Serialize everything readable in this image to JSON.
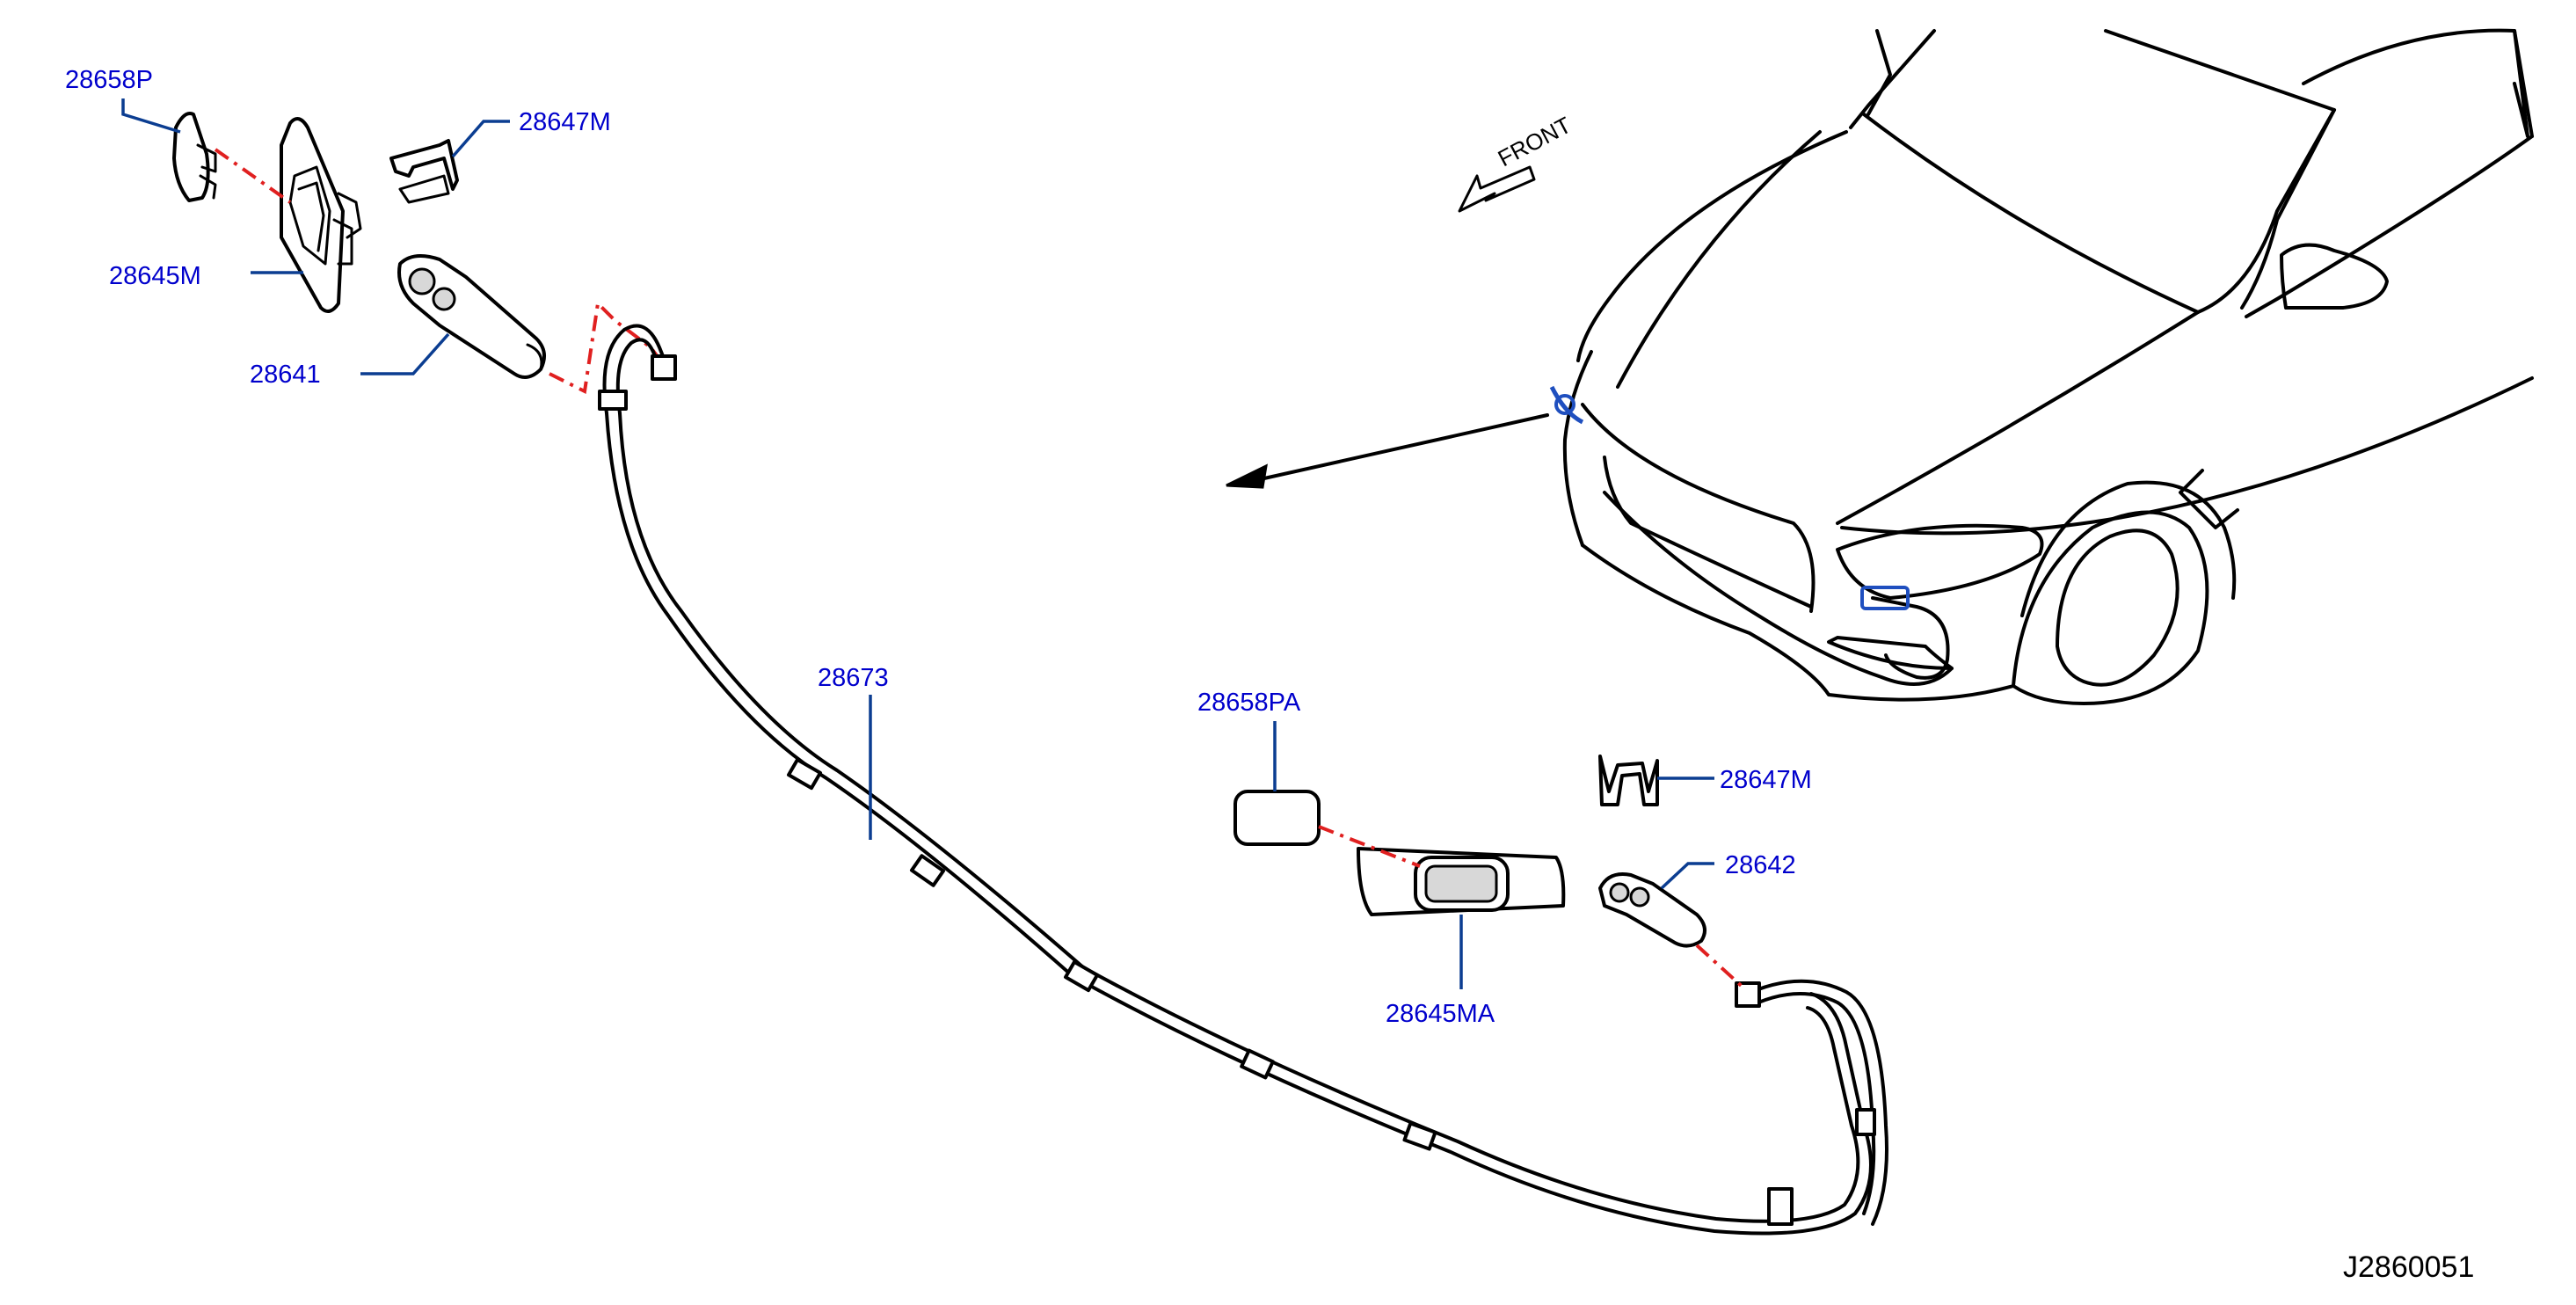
{
  "figure_id": "J2860051",
  "front_label": "FRONT",
  "colors": {
    "label": "#0000cc",
    "leader": "#0b3d91",
    "dash": "#e02020",
    "line": "#000000"
  },
  "parts": [
    {
      "id": "p1",
      "label": "28658P"
    },
    {
      "id": "p2",
      "label": "28647M"
    },
    {
      "id": "p3",
      "label": "28645M"
    },
    {
      "id": "p4",
      "label": "28641"
    },
    {
      "id": "p5",
      "label": "28673"
    },
    {
      "id": "p6",
      "label": "28658PA"
    },
    {
      "id": "p7",
      "label": "28647M"
    },
    {
      "id": "p8",
      "label": "28642"
    },
    {
      "id": "p9",
      "label": "28645MA"
    }
  ]
}
